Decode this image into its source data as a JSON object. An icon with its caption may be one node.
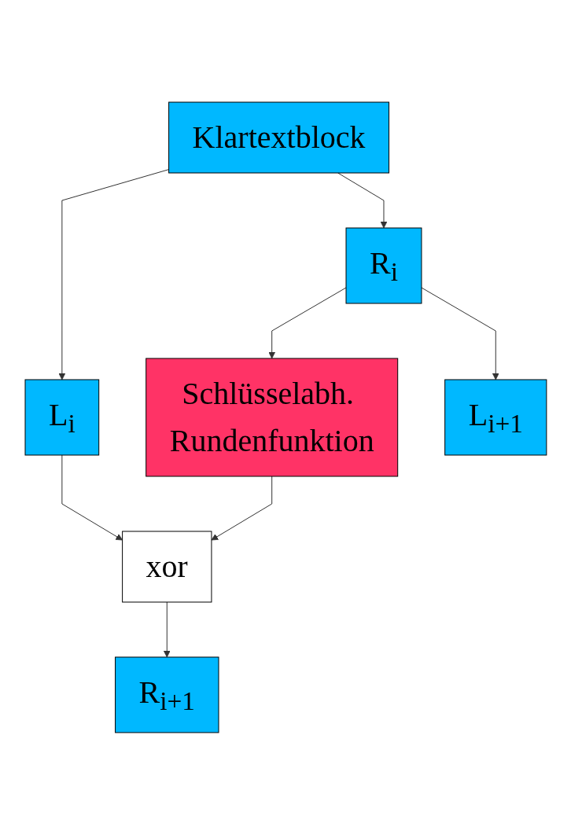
{
  "diagram": {
    "nodes": [
      {
        "text": [
          "Klartextblock"
        ]
      },
      {
        "text": [
          "L$_{i}$"
        ]
      },
      {
        "text": [
          "R$_{i}$"
        ]
      },
      {
        "text": [
          "Schlüsselabh. Rundenfunktion"
        ]
      },
      {
        "text": [
          "xor"
        ]
      },
      {
        "text": [
          "L$_{i+1}$"
        ]
      },
      {
        "text": [
          "R$_{i+1}$"
        ]
      }
    ],
    "edges": [
      {
        "from": 0,
        "to": 1,
        "arrow": "to"
      },
      {
        "from": 0,
        "to": 2,
        "arrow": "to"
      },
      {
        "from": 2,
        "to": 3,
        "arrow": "to"
      },
      {
        "from": 2,
        "to": 5,
        "arrow": "to"
      },
      {
        "from": 3,
        "to": 4,
        "arrow": "to"
      },
      {
        "from": 1,
        "to": 4,
        "arrow": "to"
      },
      {
        "from": 4,
        "to": 6,
        "arrow": "to"
      }
    ]
  }
}
